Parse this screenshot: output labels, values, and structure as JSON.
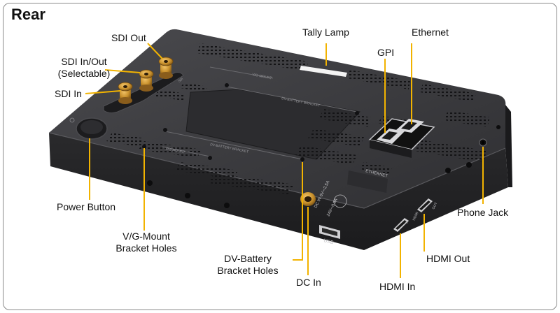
{
  "heading": "Rear",
  "labels": {
    "sdi_out": "SDI Out",
    "sdi_inout": "SDI In/Out",
    "sdi_inout_note": "(Selectable)",
    "sdi_in": "SDI In",
    "tally": "Tally Lamp",
    "gpi": "GPI",
    "ethernet": "Ethernet",
    "power": "Power Button",
    "vg_mount_1": "V/G-Mount",
    "vg_mount_2": "Bracket Holes",
    "dv_battery_1": "DV-Battery",
    "dv_battery_2": "Bracket Holes",
    "dc_in": "DC In",
    "hdmi_in": "HDMI In",
    "hdmi_out": "HDMI Out",
    "phone_jack": "Phone Jack"
  },
  "device_print": {
    "vg_mount_top": "V/G-MOUNT",
    "dv_bracket_top": "DV-BATTERY BRACKET",
    "dv_bracket_bottom": "DV-BATTERY BRACKET",
    "vg_mount_bottom": "V/G-MOUNT",
    "ethernet_port": "ETHERNET",
    "dc_spec": "DC IN  6V⎓2.5A",
    "dc_spec2": "24V⎓0.5A",
    "usb": "USB",
    "hdmi_in_port": "IN",
    "hdmi_out_port": "OUT",
    "hdmi_logo": "HDMI",
    "sdi_marks": "SDI"
  },
  "colors": {
    "leader_line": "#f2b300",
    "body_dark": "#2b2b2d",
    "body_mid": "#3a3a3d",
    "accent_gold": "#c8902c"
  }
}
